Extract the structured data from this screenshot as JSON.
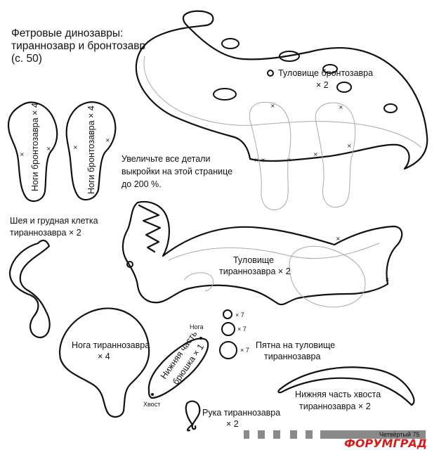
{
  "title": {
    "line1": "Фетровые динозавры:",
    "line2": "тираннозавр и бронтозавр",
    "line3": "(с. 50)"
  },
  "instruction": {
    "line1": "Увеличьте все детали",
    "line2": "выкройки на этой странице",
    "line3": "до 200 %."
  },
  "bronto_body": {
    "line1": "Туловище бронтозавра",
    "line2": "× 2"
  },
  "bronto_legs": {
    "label1": "Ноги бронтозавра × 4",
    "label2": "Ноги бронтозавра × 4"
  },
  "neck_chest": {
    "line1": "Шея и грудная клетка",
    "line2": "тираннозавра × 2"
  },
  "trex_body": {
    "line1": "Туловище",
    "line2": "тираннозавра × 2"
  },
  "trex_leg": {
    "line1": "Нога тираннозавра",
    "line2": "× 4"
  },
  "belly": {
    "line1": "Нижняя часть",
    "line2": "брюшка × 1",
    "top_mark": "Нога",
    "bottom_mark": "Хвост"
  },
  "spots": {
    "count1": "× 7",
    "count2": "× 7",
    "count3": "× 7",
    "line1": "Пятна на туловище",
    "line2": "тираннозавра"
  },
  "trex_arm": {
    "line1": "Рука тираннозавра",
    "line2": "× 2"
  },
  "tail_lower": {
    "line1": "Нижняя часть хвоста",
    "line2": "тираннозавра × 2"
  },
  "footer": {
    "page_text": "Четвёртый 75",
    "watermark": "ФОРУМГРАД"
  }
}
